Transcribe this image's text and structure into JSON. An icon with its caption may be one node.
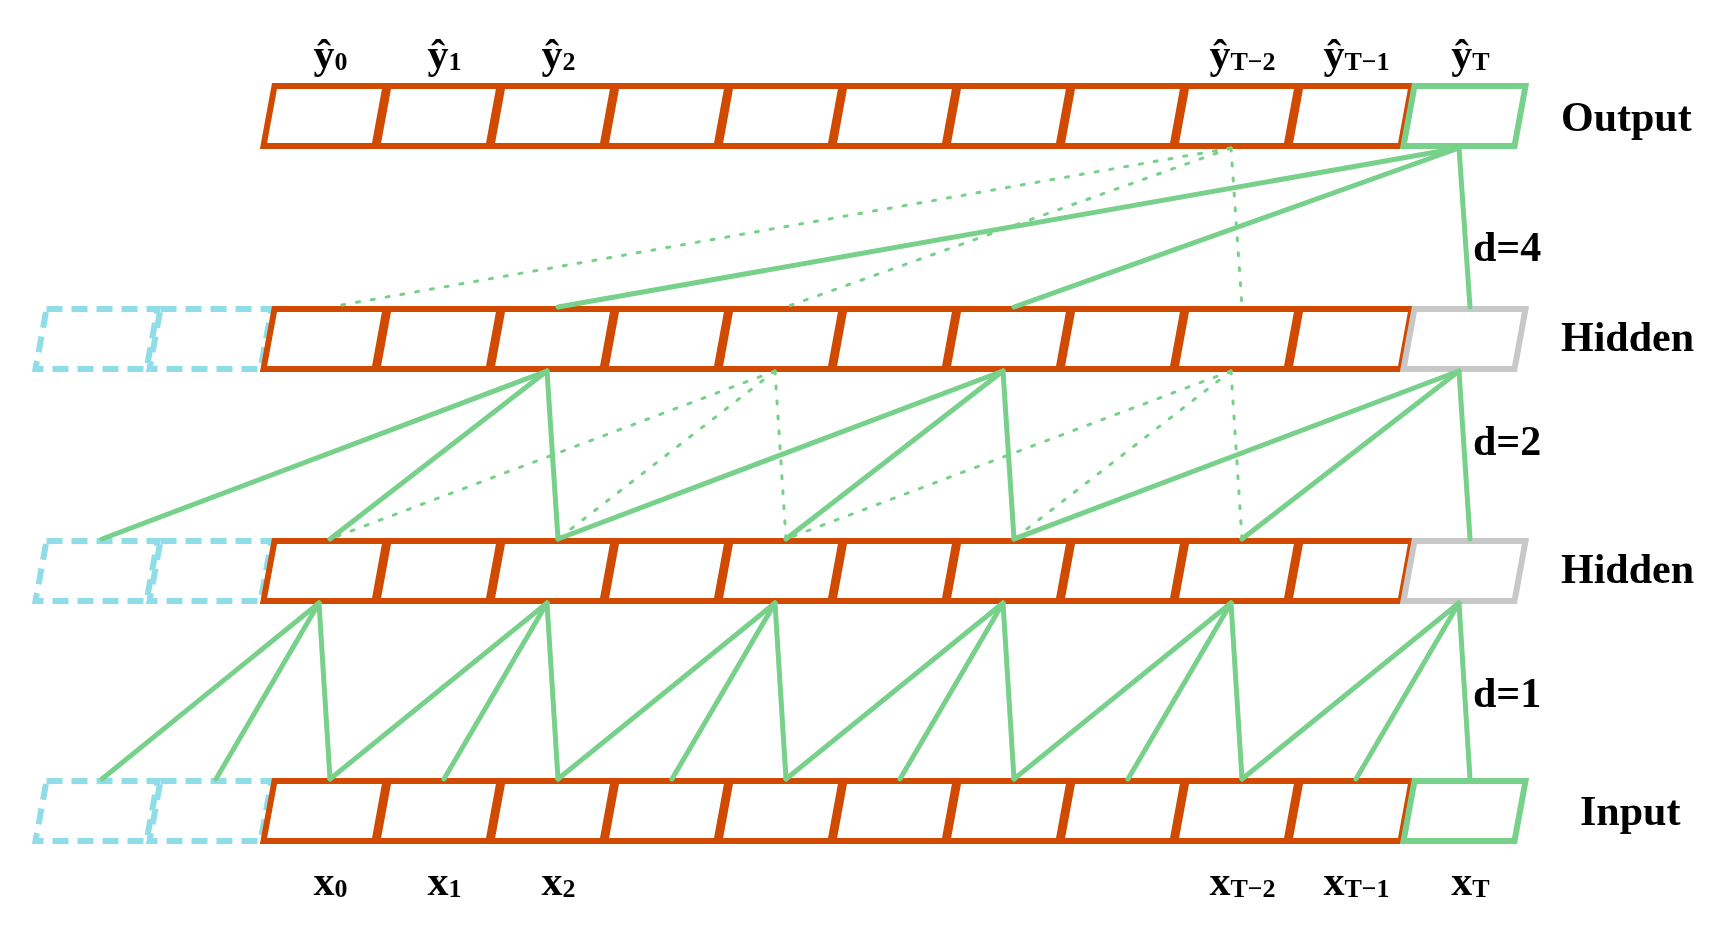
{
  "diagram": {
    "nodes": [
      {
        "text": [],
        "shape": "box",
        "beside": [
          "ŷ$_{0}$"
        ]
      },
      {
        "text": [],
        "shape": "box",
        "beside": [
          "ŷ$_{1}$"
        ]
      },
      {
        "text": [],
        "shape": "box",
        "beside": [
          "ŷ$_{2}$"
        ]
      },
      {
        "text": [],
        "shape": "box"
      },
      {
        "text": [],
        "shape": "box"
      },
      {
        "text": [],
        "shape": "box"
      },
      {
        "text": [],
        "shape": "box"
      },
      {
        "text": [],
        "shape": "box"
      },
      {
        "text": [],
        "shape": "box",
        "beside": [
          "ŷ$_{T−2}$"
        ]
      },
      {
        "text": [],
        "shape": "box",
        "beside": [
          "ŷ$_{T−1}$"
        ]
      },
      {
        "text": [],
        "shape": "box",
        "beside": [
          "ŷ$_{T}$"
        ]
      },
      {
        "text": [],
        "shape": "box"
      },
      {
        "text": [],
        "shape": "box"
      },
      {
        "text": [],
        "shape": "box"
      },
      {
        "text": [],
        "shape": "box"
      },
      {
        "text": [],
        "shape": "box"
      },
      {
        "text": [],
        "shape": "box"
      },
      {
        "text": [],
        "shape": "box"
      },
      {
        "text": [],
        "shape": "box"
      },
      {
        "text": [],
        "shape": "box"
      },
      {
        "text": [],
        "shape": "box"
      },
      {
        "text": [],
        "shape": "box"
      },
      {
        "text": [],
        "shape": "box"
      },
      {
        "text": [],
        "shape": "box"
      },
      {
        "text": [],
        "shape": "box"
      },
      {
        "text": [],
        "shape": "box"
      },
      {
        "text": [],
        "shape": "box"
      },
      {
        "text": [],
        "shape": "box"
      },
      {
        "text": [],
        "shape": "box"
      },
      {
        "text": [],
        "shape": "box"
      },
      {
        "text": [],
        "shape": "box"
      },
      {
        "text": [],
        "shape": "box"
      },
      {
        "text": [],
        "shape": "box"
      },
      {
        "text": [],
        "shape": "box"
      },
      {
        "text": [],
        "shape": "box"
      },
      {
        "text": [],
        "shape": "box"
      },
      {
        "text": [],
        "shape": "box"
      },
      {
        "text": [],
        "shape": "box"
      },
      {
        "text": [],
        "shape": "box"
      },
      {
        "text": [],
        "shape": "box",
        "beside": [
          "x$_{0}$"
        ]
      },
      {
        "text": [],
        "shape": "box",
        "beside": [
          "x$_{1}$"
        ]
      },
      {
        "text": [],
        "shape": "box",
        "beside": [
          "x$_{2}$"
        ]
      },
      {
        "text": [],
        "shape": "box"
      },
      {
        "text": [],
        "shape": "box"
      },
      {
        "text": [],
        "shape": "box"
      },
      {
        "text": [],
        "shape": "box"
      },
      {
        "text": [],
        "shape": "box"
      },
      {
        "text": [],
        "shape": "box",
        "beside": [
          "x$_{T−2}$"
        ]
      },
      {
        "text": [],
        "shape": "box",
        "beside": [
          "x$_{T−1}$"
        ]
      },
      {
        "text": [],
        "shape": "box",
        "beside": [
          "x$_{T}$"
        ]
      }
    ],
    "edges": [
      {
        "from": 10,
        "to": 15,
        "arrow": "none"
      },
      {
        "from": 10,
        "to": 19,
        "arrow": "none"
      },
      {
        "from": 10,
        "to": 23,
        "arrow": "none"
      },
      {
        "from": 8,
        "to": 13,
        "arrow": "none",
        "style": "dashed"
      },
      {
        "from": 8,
        "to": 17,
        "arrow": "none",
        "style": "dashed"
      },
      {
        "from": 8,
        "to": 21,
        "arrow": "none",
        "style": "dashed"
      },
      {
        "from": 15,
        "to": 24,
        "arrow": "none"
      },
      {
        "from": 15,
        "to": 26,
        "arrow": "none"
      },
      {
        "from": 15,
        "to": 28,
        "arrow": "none"
      },
      {
        "from": 17,
        "to": 26,
        "arrow": "none",
        "style": "dashed"
      },
      {
        "from": 17,
        "to": 28,
        "arrow": "none",
        "style": "dashed"
      },
      {
        "from": 17,
        "to": 30,
        "arrow": "none",
        "style": "dashed"
      },
      {
        "from": 19,
        "to": 28,
        "arrow": "none"
      },
      {
        "from": 19,
        "to": 30,
        "arrow": "none"
      },
      {
        "from": 19,
        "to": 32,
        "arrow": "none"
      },
      {
        "from": 21,
        "to": 30,
        "arrow": "none",
        "style": "dashed"
      },
      {
        "from": 21,
        "to": 32,
        "arrow": "none",
        "style": "dashed"
      },
      {
        "from": 21,
        "to": 34,
        "arrow": "none",
        "style": "dashed"
      },
      {
        "from": 23,
        "to": 32,
        "arrow": "none"
      },
      {
        "from": 23,
        "to": 34,
        "arrow": "none"
      },
      {
        "from": 23,
        "to": 36,
        "arrow": "none"
      },
      {
        "from": 26,
        "to": 37,
        "arrow": "none"
      },
      {
        "from": 26,
        "to": 38,
        "arrow": "none"
      },
      {
        "from": 26,
        "to": 39,
        "arrow": "none"
      },
      {
        "from": 28,
        "to": 39,
        "arrow": "none"
      },
      {
        "from": 28,
        "to": 40,
        "arrow": "none"
      },
      {
        "from": 28,
        "to": 41,
        "arrow": "none"
      },
      {
        "from": 30,
        "to": 41,
        "arrow": "none"
      },
      {
        "from": 30,
        "to": 42,
        "arrow": "none"
      },
      {
        "from": 30,
        "to": 43,
        "arrow": "none"
      },
      {
        "from": 32,
        "to": 43,
        "arrow": "none"
      },
      {
        "from": 32,
        "to": 44,
        "arrow": "none"
      },
      {
        "from": 32,
        "to": 45,
        "arrow": "none"
      },
      {
        "from": 34,
        "to": 45,
        "arrow": "none"
      },
      {
        "from": 34,
        "to": 46,
        "arrow": "none"
      },
      {
        "from": 34,
        "to": 47,
        "arrow": "none"
      },
      {
        "from": 36,
        "to": 47,
        "arrow": "none"
      },
      {
        "from": 36,
        "to": 48,
        "arrow": "none"
      },
      {
        "from": 36,
        "to": 49,
        "arrow": "none"
      }
    ],
    "labels": [
      "Output",
      "d=4",
      "Hidden",
      "d=2",
      "Hidden",
      "d=1",
      "Input"
    ]
  }
}
